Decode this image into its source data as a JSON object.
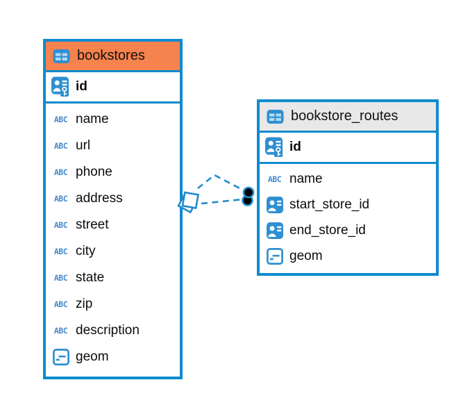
{
  "app": "database-er-diagram",
  "colors": {
    "table_border": "#0e8bce",
    "bookstores_header": "#f6824d",
    "routes_header": "#e8e8e8",
    "icon_blue": "#2e8fd2",
    "relationship_line": "#1f8bca",
    "text": "#0c0c0c"
  },
  "icons": {
    "abc_label": "ABC",
    "table_icon": "table-grid",
    "primary_key_icon": "person-card-with-key",
    "foreign_key_icon": "person-card",
    "geometry_icon": "square-with-lines"
  },
  "tables": [
    {
      "name": "bookstores",
      "header_style": "orange",
      "primary_key": {
        "name": "id",
        "type": "primary-key"
      },
      "columns": [
        {
          "name": "name",
          "type": "text"
        },
        {
          "name": "url",
          "type": "text"
        },
        {
          "name": "phone",
          "type": "text"
        },
        {
          "name": "address",
          "type": "text"
        },
        {
          "name": "street",
          "type": "text"
        },
        {
          "name": "city",
          "type": "text"
        },
        {
          "name": "state",
          "type": "text"
        },
        {
          "name": "zip",
          "type": "text"
        },
        {
          "name": "description",
          "type": "text"
        },
        {
          "name": "geom",
          "type": "geometry"
        }
      ]
    },
    {
      "name": "bookstore_routes",
      "header_style": "gray",
      "primary_key": {
        "name": "id",
        "type": "primary-key"
      },
      "columns": [
        {
          "name": "name",
          "type": "text"
        },
        {
          "name": "start_store_id",
          "type": "foreign-key"
        },
        {
          "name": "end_store_id",
          "type": "foreign-key"
        },
        {
          "name": "geom",
          "type": "geometry"
        }
      ]
    }
  ],
  "relationships": [
    {
      "from_table": "bookstore_routes",
      "from_column": "start_store_id",
      "to_table": "bookstores",
      "to_column": "id",
      "line_style": "dashed",
      "source_marker": "dot",
      "target_marker": "diamond"
    },
    {
      "from_table": "bookstore_routes",
      "from_column": "end_store_id",
      "to_table": "bookstores",
      "to_column": "id",
      "line_style": "dashed",
      "source_marker": "dot",
      "target_marker": "diamond"
    }
  ]
}
